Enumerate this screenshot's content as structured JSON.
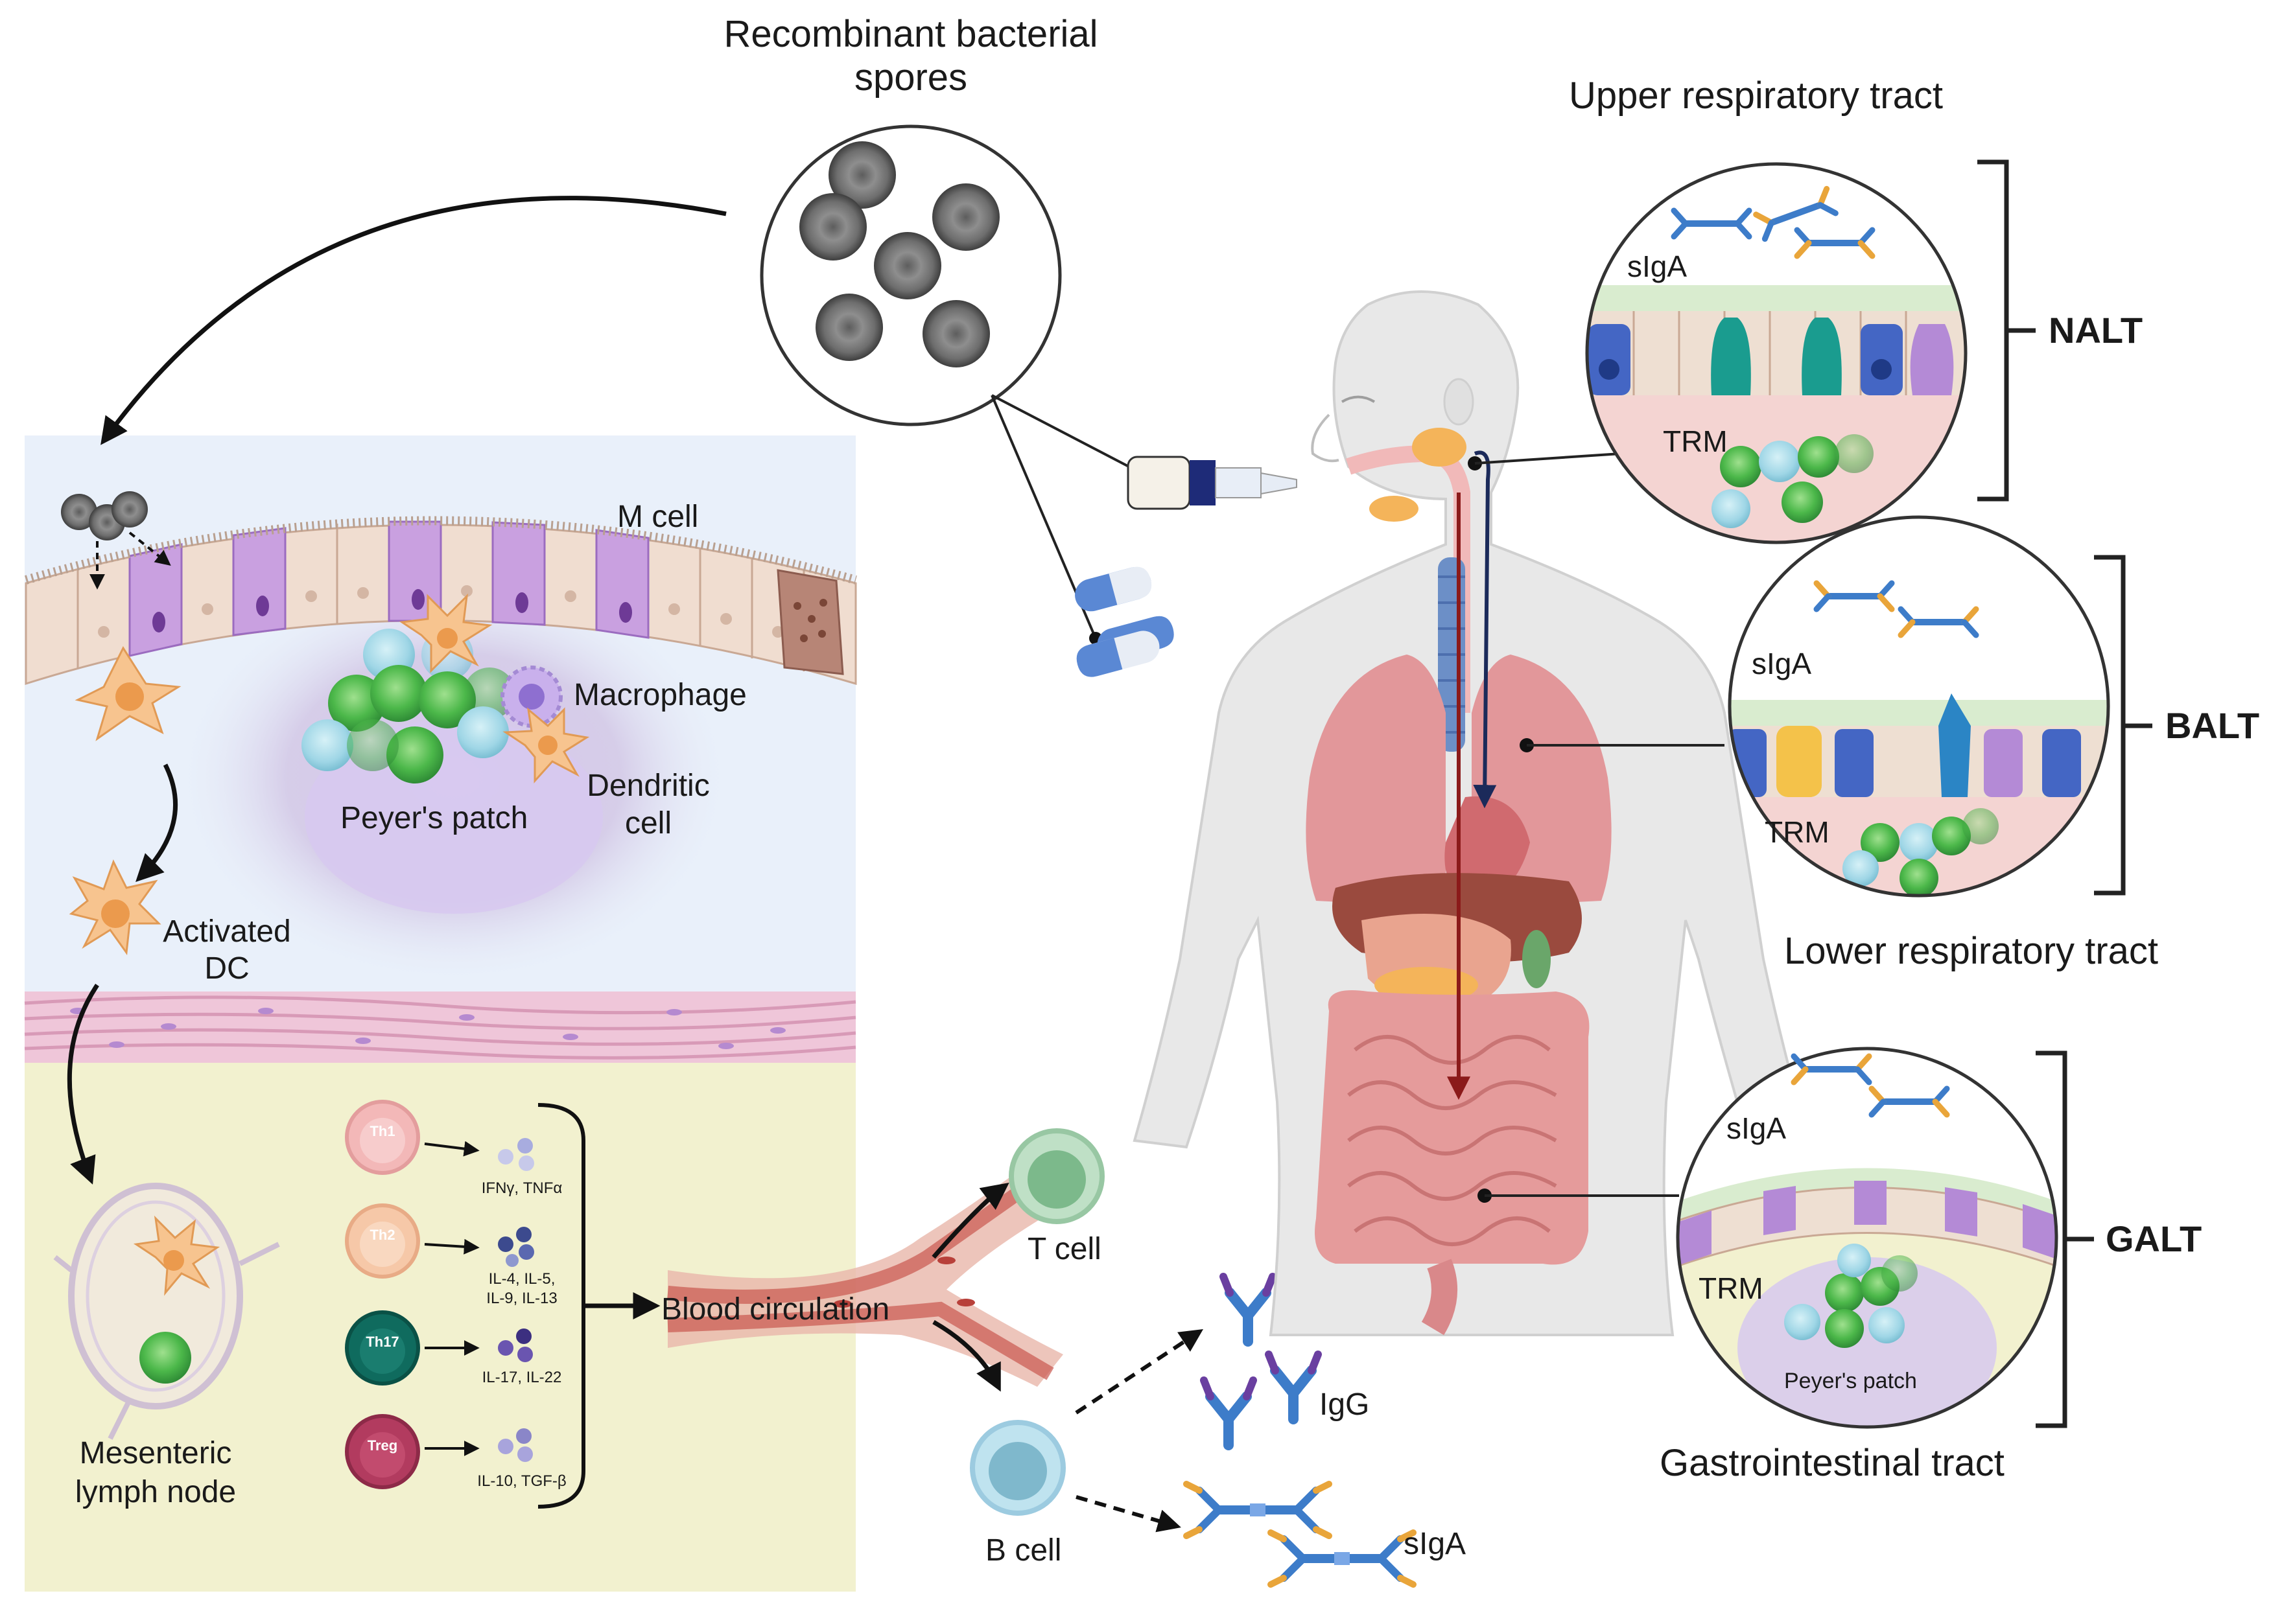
{
  "diagram": {
    "spores_title": "Recombinant bacterial spores",
    "upper_tract": "Upper respiratory tract",
    "lower_tract": "Lower respiratory tract",
    "gi_tract": "Gastrointestinal tract",
    "nalt": "NALT",
    "balt": "BALT",
    "galt": "GALT",
    "siga": "sIgA",
    "trm": "TRM",
    "peyers_patch": "Peyer's patch",
    "m_cell": "M cell",
    "macrophage": "Macrophage",
    "dendritic_cell_line1": "Dendritic",
    "dendritic_cell_line2": "cell",
    "activated_dc_line1": "Activated",
    "activated_dc_line2": "DC",
    "mesenteric_line1": "Mesenteric",
    "mesenteric_line2": "lymph node",
    "blood_circulation": "Blood circulation",
    "t_cell": "T cell",
    "b_cell": "B cell",
    "igg": "IgG",
    "th_cells": [
      {
        "name": "Th1",
        "cytokines_line1": "IFNγ, TNFα",
        "cytokines_line2": "",
        "color": "#f3b8b8",
        "ring": "#e39d9d"
      },
      {
        "name": "Th2",
        "cytokines_line1": "IL-4, IL-5,",
        "cytokines_line2": "IL-9, IL-13",
        "color": "#f6c8a8",
        "ring": "#e8ab86"
      },
      {
        "name": "Th17",
        "cytokines_line1": "IL-17, IL-22",
        "cytokines_line2": "",
        "color": "#0f6b5e",
        "ring": "#0a5146"
      },
      {
        "name": "Treg",
        "cytokines_line1": "IL-10, TGF-β",
        "cytokines_line2": "",
        "color": "#b23b5f",
        "ring": "#8d2a48"
      }
    ]
  },
  "colors": {
    "gut_bg": "#e9f0fa",
    "lamina_bg": "#f2f1cf",
    "arrow": "#111111",
    "trachea_arrow": "#1b2a5a",
    "gut_arrow": "#8b1a1a",
    "bracket": "#222222"
  }
}
